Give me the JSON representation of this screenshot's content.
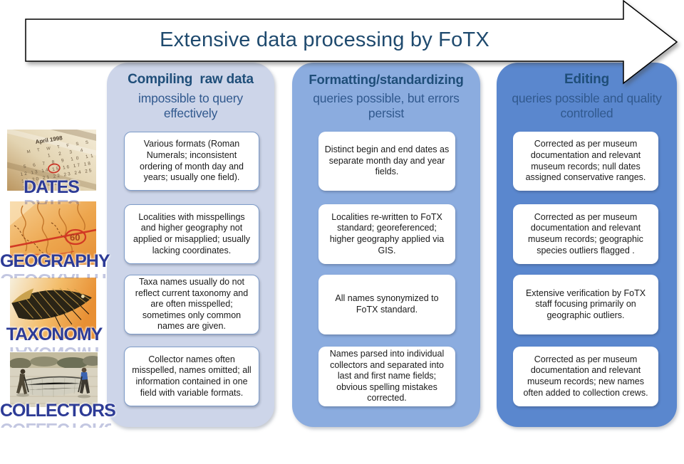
{
  "slide": {
    "title": "Extensive data processing by FoTX"
  },
  "rows": [
    {
      "label": "DATES",
      "image": "calendar-photo"
    },
    {
      "label": "GEOGRAPHY",
      "image": "map-photo"
    },
    {
      "label": "TAXONOMY",
      "image": "fish-illustration-photo"
    },
    {
      "label": "COLLECTORS",
      "image": "seine-net-photo"
    }
  ],
  "columns": [
    {
      "header": "Compiling  raw data",
      "subtitle": "impossible to query effectively",
      "cards": [
        {
          "text": "Various formats (Roman Numerals; inconsistent ordering of month day and years; usually one field)."
        },
        {
          "text": "Localities with misspellings and higher geography not applied or misapplied; usually lacking coordinates."
        },
        {
          "text": "Taxa names usually do not reflect current taxonomy and are often misspelled; sometimes only common names are given."
        },
        {
          "text": "Collector names often misspelled, names omitted; all information contained in one field with variable formats."
        }
      ]
    },
    {
      "header": "Formatting/standardizing",
      "subtitle": "queries possible, but errors persist",
      "cards": [
        {
          "text": "Distinct begin and end dates as separate month day and year fields."
        },
        {
          "text": "Localities re-written to FoTX standard; georeferenced; higher geography applied via GIS."
        },
        {
          "text": "All names synonymized to FoTX standard."
        },
        {
          "text": "Names parsed into individual collectors and separated into last and first name fields; obvious spelling mistakes corrected."
        }
      ]
    },
    {
      "header": "Editing",
      "subtitle": "queries possible and quality controlled",
      "cards": [
        {
          "text": "Corrected as per museum documentation and relevant museum records;  null dates assigned conservative ranges."
        },
        {
          "text": "Corrected as per museum documentation and relevant museum records; geographic species outliers flagged ."
        },
        {
          "text": "Extensive verification by FoTX staff focusing primarily on geographic outliers."
        },
        {
          "text": "Corrected as per museum documentation and relevant museum records; new names often added to collection crews."
        }
      ]
    }
  ],
  "colors": {
    "column1_bg": "#cdd5e9",
    "column2_bg": "#8bacdf",
    "column3_bg": "#5a87ce",
    "header_text": "#1f4e79",
    "subtitle_text": "#31598e",
    "title_text": "#1f4a6e",
    "row_label_text": "#2d3b96",
    "card_border": "#7e9cc9",
    "highlight_red": "#c93326"
  }
}
